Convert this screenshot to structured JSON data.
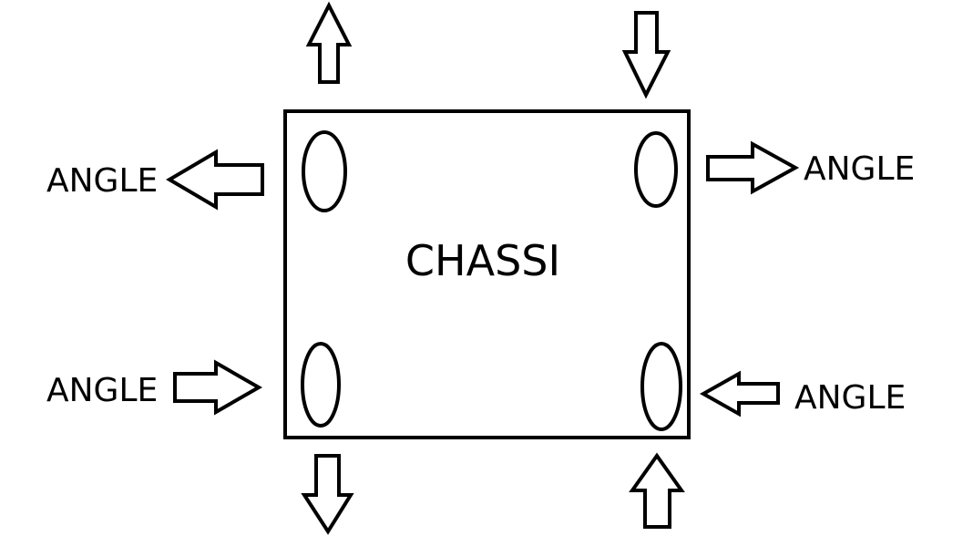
{
  "diagram": {
    "center_label": "CHASSI",
    "labels": {
      "front_left": "ANGLE",
      "front_right": "ANGLE",
      "rear_left": "ANGLE",
      "rear_right": "ANGLE"
    },
    "stroke_color": "#000000",
    "background_color": "#ffffff"
  }
}
